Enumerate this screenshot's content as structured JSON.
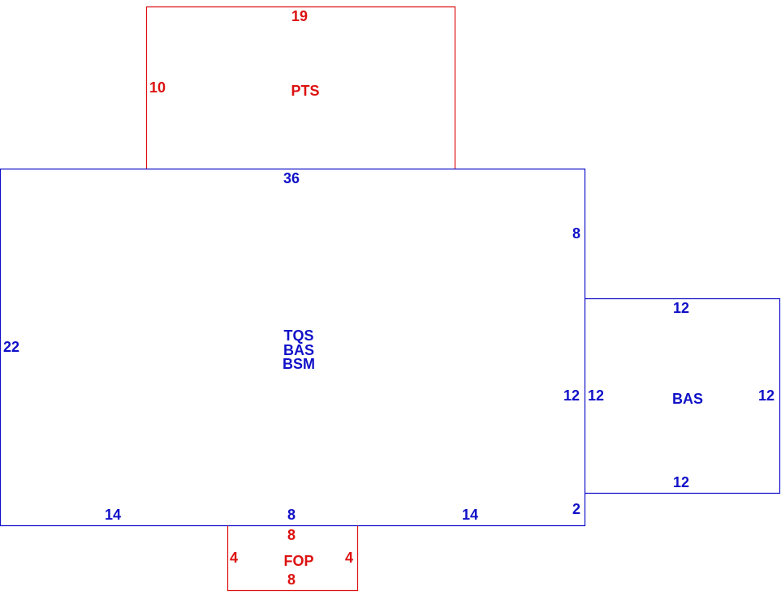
{
  "colors": {
    "main": "#1010c8",
    "accessory": "#dd1111",
    "background": "#ffffff"
  },
  "areas": {
    "pts": {
      "label": "PTS",
      "dims": {
        "top": "19",
        "left": "10"
      }
    },
    "main": {
      "labels": [
        "TQS",
        "BAS",
        "BSM"
      ],
      "dims": {
        "top": "36",
        "right_upper": "8",
        "left": "22",
        "right_middle": "12",
        "right_lower": "2",
        "bottom_left": "14",
        "bottom_middle": "8",
        "bottom_right": "14"
      }
    },
    "addition": {
      "label": "BAS",
      "dims": {
        "top": "12",
        "left": "12",
        "right": "12",
        "bottom": "12"
      }
    },
    "fop": {
      "label": "FOP",
      "dims": {
        "top": "8",
        "left": "4",
        "right": "4",
        "bottom": "8"
      }
    }
  }
}
